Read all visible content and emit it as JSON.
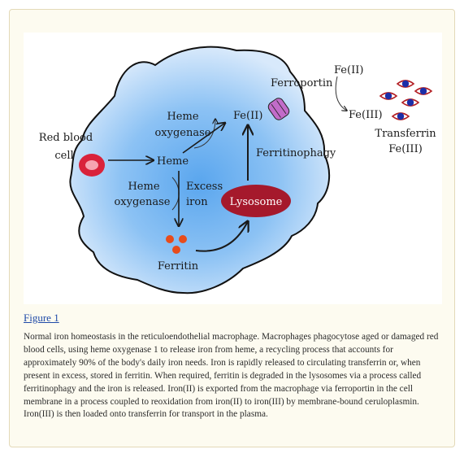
{
  "diagram": {
    "labels": {
      "red_blood_cell": [
        "Red blood",
        "cell"
      ],
      "heme": "Heme",
      "heme_oxygenase_top": [
        "Heme",
        "oxygenase"
      ],
      "heme_oxygenase_bottom": [
        "Heme",
        "oxygenase"
      ],
      "excess_iron": [
        "Excess",
        "iron"
      ],
      "fe2_inside": "Fe(II)",
      "ferroportin": "Ferroportin",
      "fe2_outside": "Fe(II)",
      "fe3_outside": "Fe(III)",
      "transferrin": [
        "Transferrin",
        "Fe(III)"
      ],
      "ferritinophagy": "Ferritinophagy",
      "lysosome": "Lysosome",
      "ferritin": "Ferritin"
    },
    "colors": {
      "cell_fill_outer": "#d3e6fb",
      "cell_fill_inner": "#6fb0ef",
      "lysosome": "#a5192c",
      "ferritin": "#e74c1c",
      "rbc": "#d9223a",
      "ferroportin": "#c26cc9",
      "transferrin_eye": "#b31f24",
      "transferrin_iris": "#1c2ea8"
    }
  },
  "figure_link": "Figure 1",
  "caption": "Normal iron homeostasis in the reticuloendothelial macrophage. Macrophages phagocytose aged or damaged red blood cells, using heme oxygenase 1 to release iron from heme, a recycling process that accounts for approximately 90% of the body's daily iron needs. Iron is rapidly released to circulating transferrin or, when present in excess, stored in ferritin. When required, ferritin is degraded in the lysosomes via a process called ferritinophagy and the iron is released. Iron(II) is exported from the macrophage via ferroportin in the cell membrane in a process coupled to reoxidation from iron(II) to iron(III) by membrane-bound ceruloplasmin. Iron(III) is then loaded onto transferrin for transport in the plasma."
}
